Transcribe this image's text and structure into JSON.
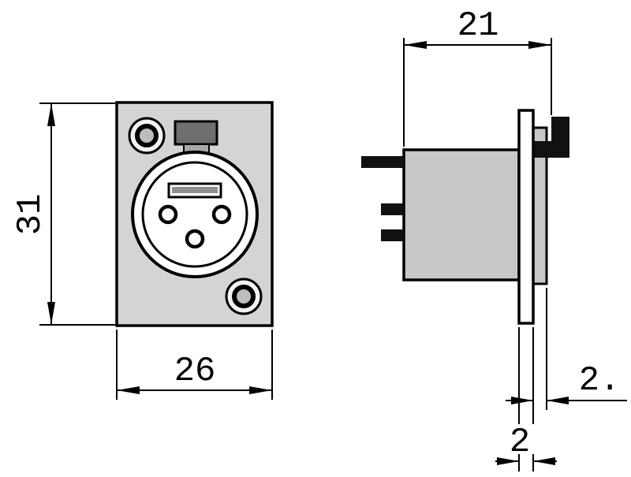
{
  "drawing": {
    "title": "XLR panel-mount connector dimensional drawing",
    "views": {
      "front": "front-view",
      "side": "side-view"
    },
    "dimensions": {
      "front_height": "31",
      "front_width": "26",
      "side_depth": "21",
      "rear_thickness": "2.",
      "flange_thickness": "2"
    },
    "colors": {
      "line": "#000000",
      "panel_fill": "#d4d4d4",
      "body_fill": "#c8c8c8",
      "latch_fill": "#6f6f6f",
      "background": "#ffffff"
    }
  }
}
